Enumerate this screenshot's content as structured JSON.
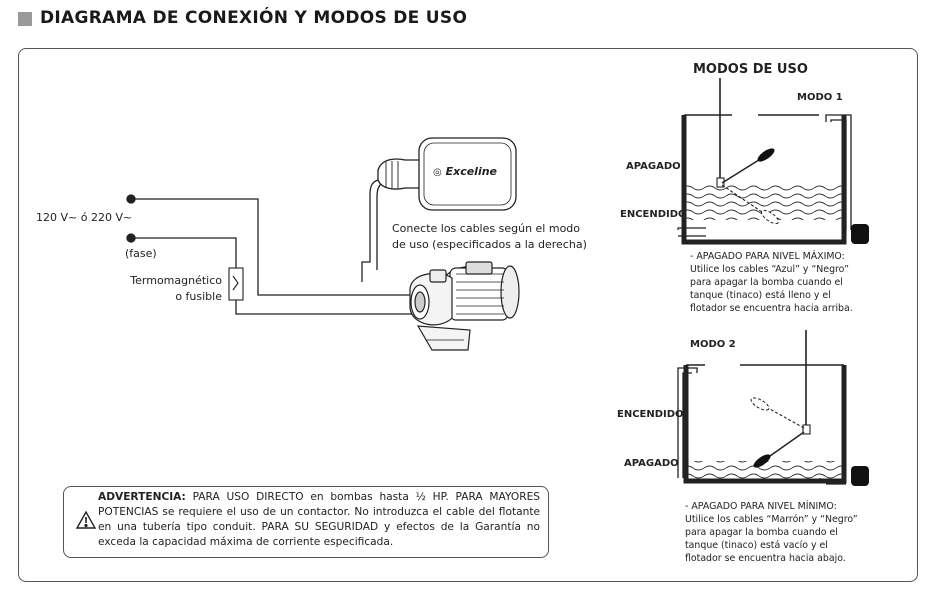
{
  "header": {
    "title": "DIAGRAMA DE CONEXIÓN Y MODOS DE USO"
  },
  "wiring": {
    "voltage": "120 V~ ó 220 V~",
    "phase": "(fase)",
    "breaker_line1": "Termomagnético",
    "breaker_line2": "o fusible",
    "brand": "Exceline",
    "connect_line1": "Conecte los cables según el modo",
    "connect_line2": "de uso (especificados a la derecha)"
  },
  "modes": {
    "title": "MODOS DE USO",
    "mode1": {
      "label": "MODO 1",
      "off_label": "APAGADO",
      "on_label": "ENCENDIDO",
      "desc_lines": [
        "- APAGADO PARA NIVEL MÁXIMO:",
        "Utilice los cables “Azul” y “Negro”",
        "para apagar la bomba cuando el",
        "tanque (tinaco) está lleno y el",
        "flotador se encuentra hacia arriba."
      ]
    },
    "mode2": {
      "label": "MODO 2",
      "on_label": "ENCENDIDO",
      "off_label": "APAGADO",
      "desc_lines": [
        "- APAGADO PARA NIVEL MÍNIMO:",
        "Utilice los cables “Marrón” y “Negro”",
        "para apagar la bomba cuando el",
        "tanque (tinaco) está vacío y el",
        "flotador se encuentra hacia abajo."
      ]
    }
  },
  "warning": {
    "heading": "ADVERTENCIA:",
    "body": "PARA USO DIRECTO en bombas hasta ½ HP. PARA MAYORES POTENCIAS se requiere el uso de un contactor. No introduzca el cable del flotante en una tubería tipo conduit. PARA SU SEGURIDAD y efectos de la Garantía no exceda la capacidad máxima de corriente especificada."
  }
}
